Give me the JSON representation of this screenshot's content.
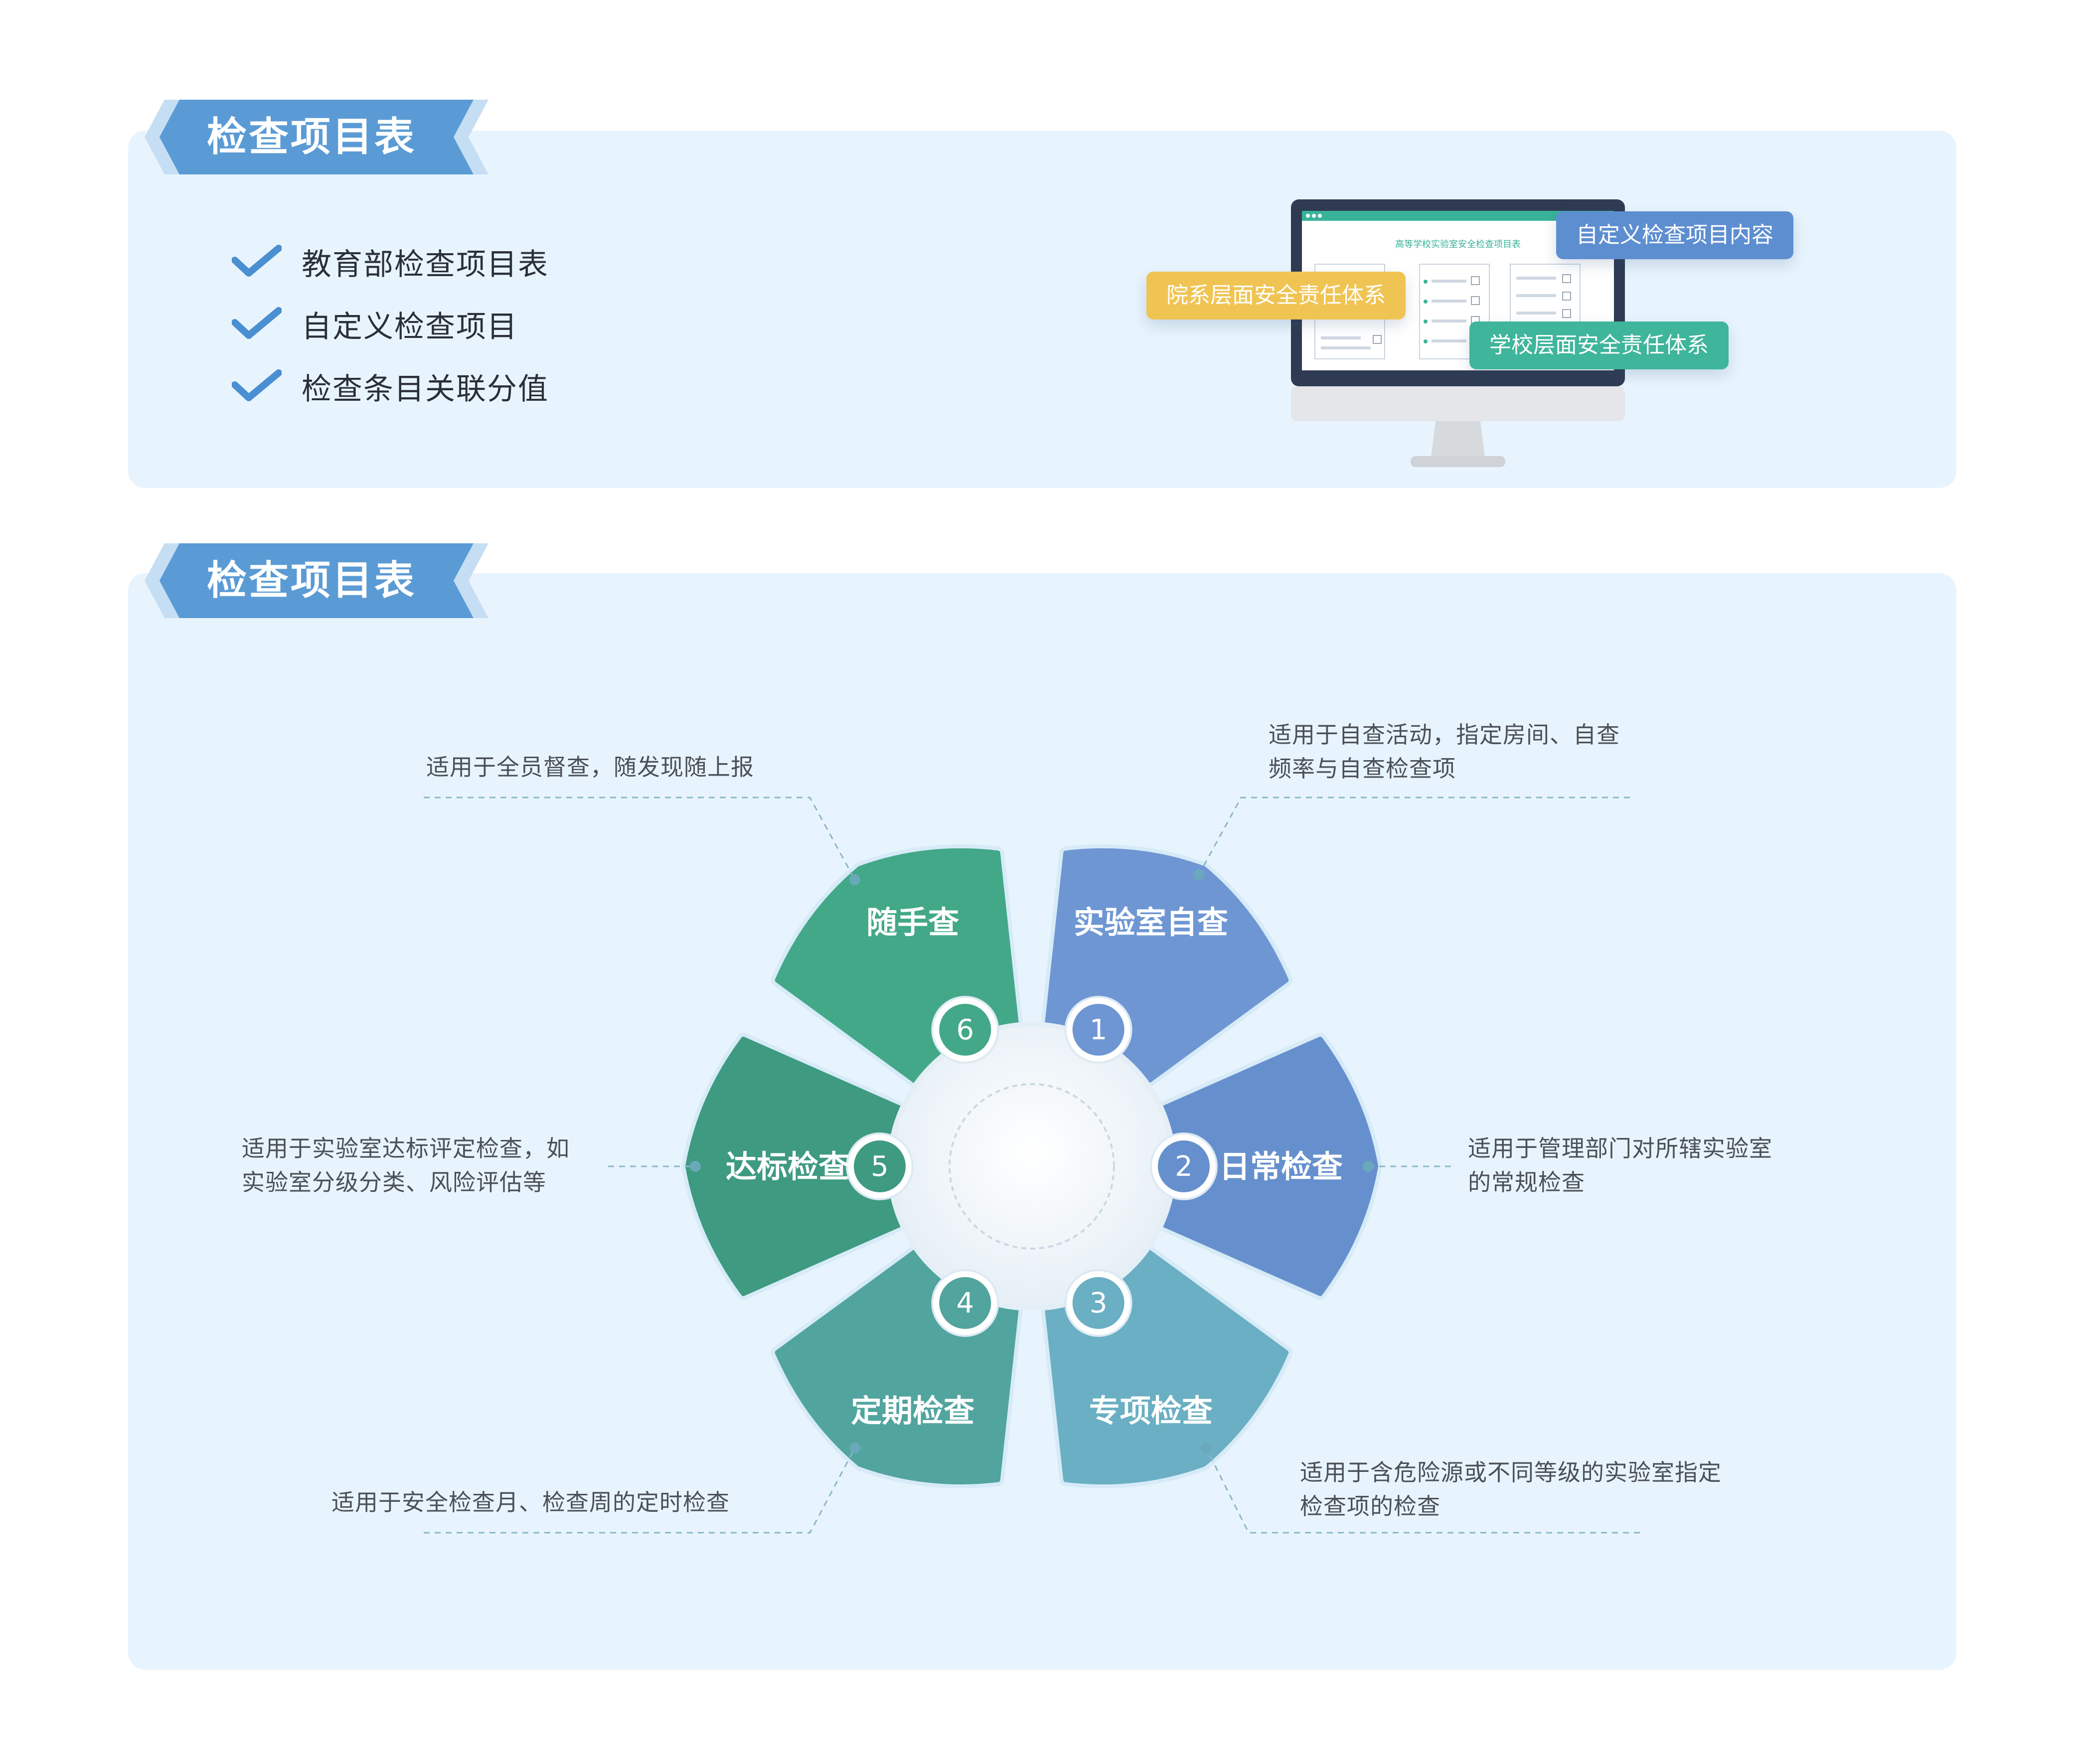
{
  "section1": {
    "title": "检查项目表",
    "checklist": [
      "教育部检查项目表",
      "自定义检查项目",
      "检查条目关联分值"
    ],
    "screen_title": "高等学校实验室安全检查项目表",
    "tags": {
      "custom": "自定义检查项目内容",
      "department": "院系层面安全责任体系",
      "school": "学校层面安全责任体系"
    }
  },
  "section2": {
    "title": "检查项目表",
    "items": [
      {
        "num": "1",
        "label": "实验室自查",
        "desc": [
          "适用于自查活动，指定房间、自查",
          "频率与自查检查项"
        ],
        "color": "#6e96d3"
      },
      {
        "num": "2",
        "label": "日常检查",
        "desc": [
          "适用于管理部门对所辖实验室",
          "的常规检查"
        ],
        "color": "#6690cd"
      },
      {
        "num": "3",
        "label": "专项检查",
        "desc": [
          "适用于含危险源或不同等级的实验室指定",
          "检查项的检查"
        ],
        "color": "#6aafc3"
      },
      {
        "num": "4",
        "label": "定期检查",
        "desc": [
          "适用于安全检查月、检查周的定时检查"
        ],
        "color": "#52a49e"
      },
      {
        "num": "5",
        "label": "达标检查",
        "desc": [
          "适用于实验室达标评定检查，如",
          "实验室分级分类、风险评估等"
        ],
        "color": "#3e9a80"
      },
      {
        "num": "6",
        "label": "随手查",
        "desc": [
          "适用于全员督查，随发现随上报"
        ],
        "color": "#43a888"
      }
    ]
  },
  "colors": {
    "ribbon": "#5b9bd5",
    "panel": "#e8f4fd",
    "check": "#4a8fd2"
  }
}
